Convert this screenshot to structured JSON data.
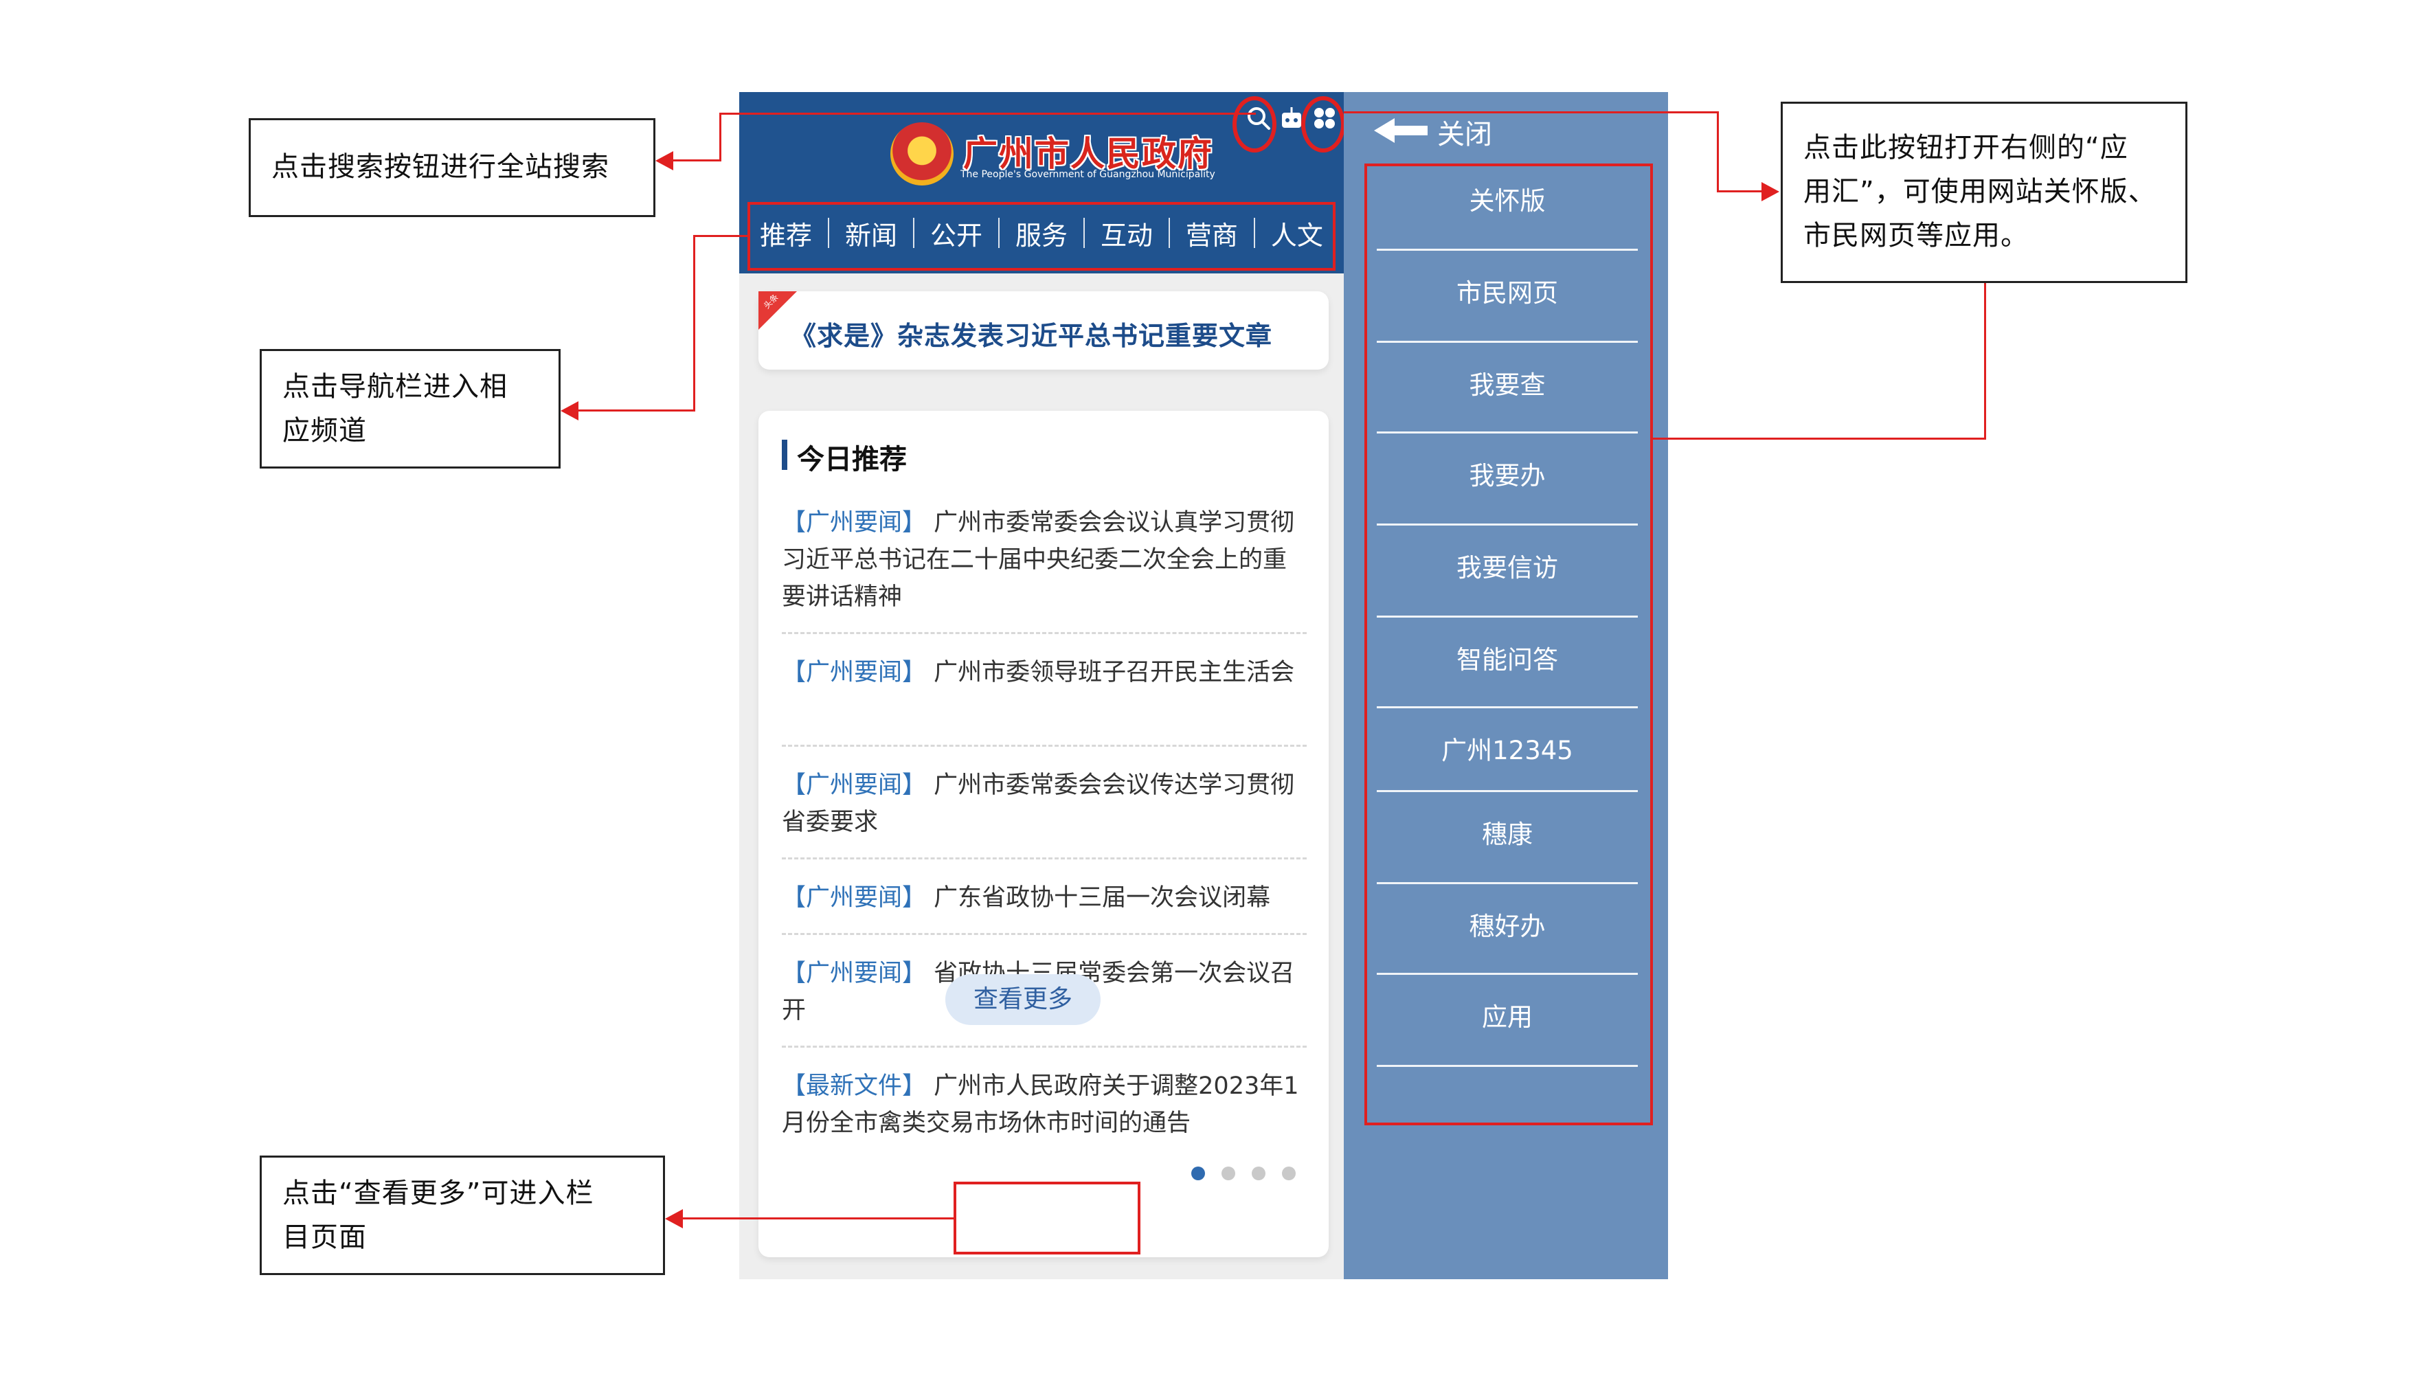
{
  "header": {
    "site_title": "广州市人民政府",
    "site_subtitle": "The People's Government of Guangzhou Municipality",
    "search_icon": "search-icon",
    "robot_icon": "robot-icon",
    "apps_icon": "apps-grid-icon"
  },
  "nav": {
    "items": [
      {
        "label": "推荐"
      },
      {
        "label": "新闻"
      },
      {
        "label": "公开"
      },
      {
        "label": "服务"
      },
      {
        "label": "互动"
      },
      {
        "label": "营商"
      },
      {
        "label": "人文"
      }
    ]
  },
  "headline": {
    "tag": "头条",
    "text": "《求是》杂志发表习近平总书记重要文章"
  },
  "recommend": {
    "title": "今日推荐",
    "items": [
      {
        "category": "【广州要闻】",
        "text": "广州市委常委会会议认真学习贯彻习近平总书记在二十届中央纪委二次全会上的重要讲话精神"
      },
      {
        "category": "【广州要闻】",
        "text": "广州市委领导班子召开民主生活会"
      },
      {
        "category": "【广州要闻】",
        "text": "广州市委常委会会议传达学习贯彻省委要求"
      },
      {
        "category": "【广州要闻】",
        "text": "广东省政协十三届一次会议闭幕"
      },
      {
        "category": "【广州要闻】",
        "text": "省政协十三届常委会第一次会议召开"
      },
      {
        "category": "【最新文件】",
        "text": "广州市人民政府关于调整2023年1月份全市禽类交易市场休市时间的通告"
      }
    ],
    "more_label": "查看更多",
    "pager": {
      "total": 4,
      "active": 1
    }
  },
  "panel": {
    "close_label": "关闭",
    "items": [
      {
        "label": "关怀版"
      },
      {
        "label": "市民网页"
      },
      {
        "label": "我要查"
      },
      {
        "label": "我要办"
      },
      {
        "label": "我要信访"
      },
      {
        "label": "智能问答"
      },
      {
        "label": "广州12345"
      },
      {
        "label": "穗康"
      },
      {
        "label": "穗好办"
      },
      {
        "label": "应用"
      }
    ]
  },
  "callouts": {
    "search": "点击搜索按钮进行全站搜索",
    "nav_line1": "点击导航栏进入相",
    "nav_line2": "应频道",
    "more_line1": "点击“查看更多”可进入栏",
    "more_line2": "目页面",
    "apps_line1": "点击此按钮打开右侧的“应",
    "apps_line2": "用汇”，可使用网站关怀版、",
    "apps_line3": "市民网页等应用。"
  },
  "colors": {
    "header_blue": "#20538f",
    "panel_blue": "#6a8fbb",
    "annotation_red": "#e02020",
    "category_blue": "#2f72b8"
  }
}
